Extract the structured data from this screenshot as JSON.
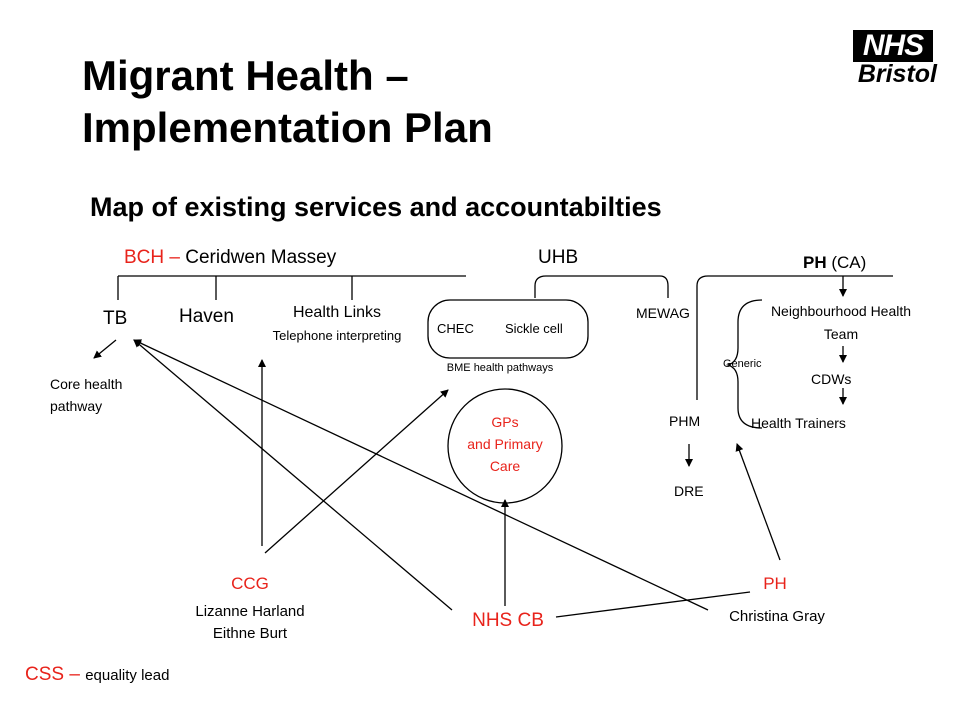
{
  "title": "Migrant Health – Implementation Plan",
  "subtitle": "Map of existing services and accountabilties",
  "logo": {
    "nhs": "NHS",
    "org": "Bristol"
  },
  "bch": {
    "prefix": "BCH",
    "dash": " – ",
    "name": "Ceridwen Massey"
  },
  "uhb": "UHB",
  "ph_ca": {
    "prefix": "PH",
    "suffix": " (CA)"
  },
  "services": {
    "tb": "TB",
    "haven": "Haven",
    "health_links": "Health Links",
    "telephone": "Telephone interpreting",
    "chec": "CHEC",
    "sickle": "Sickle cell",
    "bme": "BME health pathways",
    "mewag": "MEWAG",
    "nht_line1": "Neighbourhood Health",
    "nht_line2": "Team",
    "generic": "Generic",
    "cdws": "CDWs",
    "phm": "PHM",
    "health_trainers": "Health Trainers",
    "dre": "DRE",
    "core_line1": "Core health",
    "core_line2": "pathway",
    "gps_line1": "GPs",
    "gps_line2": "and Primary",
    "gps_line3": "Care"
  },
  "commissioners": {
    "ccg": "CCG",
    "ccg_p1": "Lizanne Harland",
    "ccg_p2": "Eithne Burt",
    "nhscb": "NHS CB",
    "ph": "PH",
    "ph_person": "Christina Gray"
  },
  "css": {
    "prefix": "CSS",
    "dash": " – ",
    "role": "equality lead"
  },
  "colors": {
    "accent": "#e8231b",
    "ink": "#000000"
  }
}
